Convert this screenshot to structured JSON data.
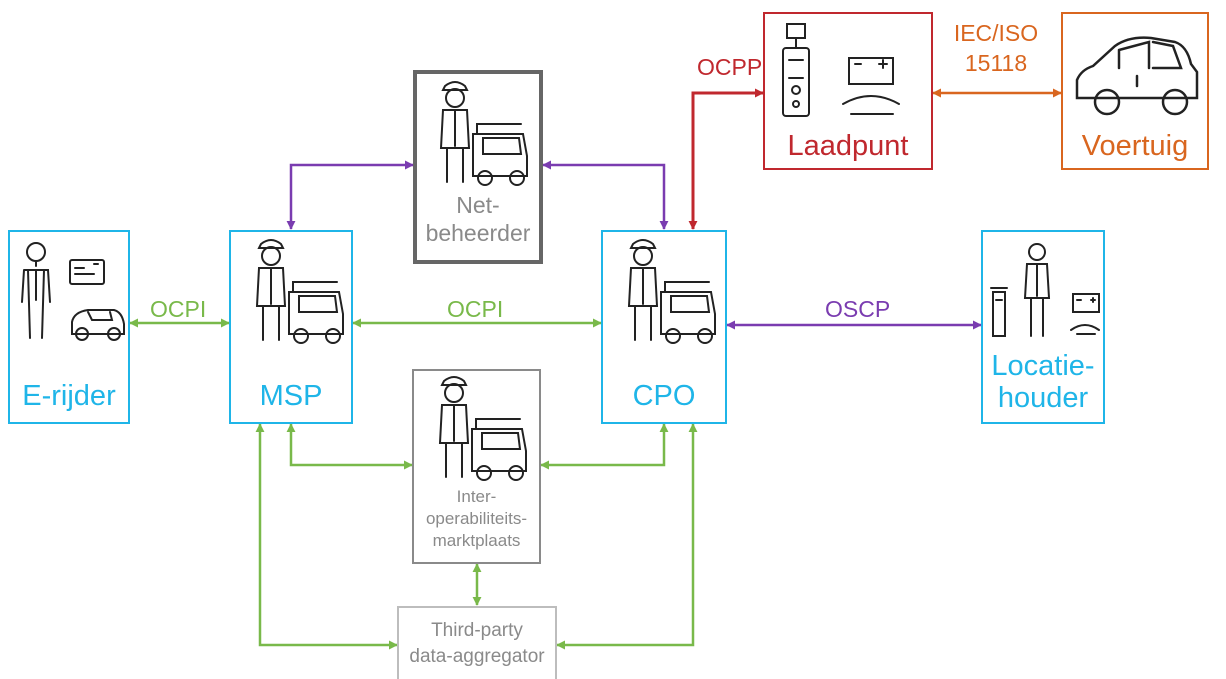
{
  "colors": {
    "blue": "#1fb5e8",
    "green": "#79b94a",
    "purple": "#7a3cb0",
    "red": "#c0282e",
    "orange": "#d9661f",
    "grey": "#8a8a8a",
    "dark_grey": "#666666"
  },
  "nodes": {
    "erijder": {
      "label": "E-rijder",
      "icon": "driver-with-card-and-car-icon"
    },
    "msp": {
      "label": "MSP",
      "icon": "worker-with-van-icon"
    },
    "cpo": {
      "label": "CPO",
      "icon": "worker-with-van-icon"
    },
    "netbeheerder": {
      "label_line1": "Net-",
      "label_line2": "beheerder",
      "icon": "worker-with-van-icon"
    },
    "locatiehouder": {
      "label_line1": "Locatie-",
      "label_line2": "houder",
      "icon": "person-with-charger-icon"
    },
    "laadpunt": {
      "label": "Laadpunt",
      "icon": "charging-station-icon"
    },
    "voertuig": {
      "label": "Voertuig",
      "icon": "car-icon"
    },
    "marktplaats": {
      "label_line1": "Inter-",
      "label_line2": "operabiliteits-",
      "label_line3": "marktplaats",
      "icon": "worker-with-van-icon"
    },
    "aggregator": {
      "label_line1": "Third-party",
      "label_line2": "data-aggregator"
    }
  },
  "connections": {
    "erijder_msp": "OCPI",
    "msp_cpo": "OCPI",
    "cpo_locatiehouder": "OSCP",
    "cpo_laadpunt": "OCPP",
    "laadpunt_voertuig_line1": "IEC/ISO",
    "laadpunt_voertuig_line2": "15118"
  }
}
